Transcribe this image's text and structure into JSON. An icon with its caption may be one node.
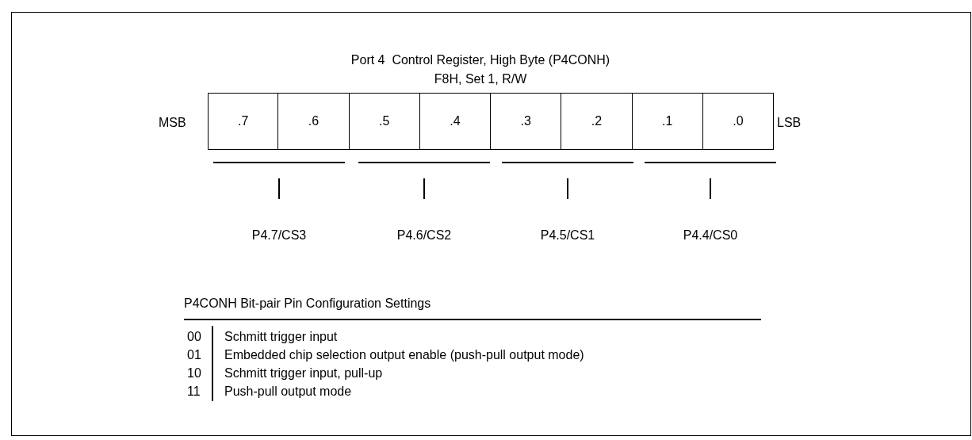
{
  "diagram": {
    "title": "Port 4  Control Register, High Byte (P4CONH)",
    "nodes": [
      {
        "text": [
          ".7"
        ]
      },
      {
        "text": [
          ".6"
        ]
      },
      {
        "text": [
          ".5"
        ]
      },
      {
        "text": [
          ".4"
        ]
      },
      {
        "text": [
          ".3"
        ]
      },
      {
        "text": [
          ".2"
        ]
      },
      {
        "text": [
          ".1"
        ]
      },
      {
        "text": [
          ".0"
        ]
      }
    ],
    "labels": [
      "F8H, Set 1, R/W",
      "MSB",
      "LSB",
      "P4.7/CS3",
      "P4.6/CS2",
      "P4.5/CS1",
      "P4.4/CS0",
      "P4CONH Bit-pair Pin Configuration Settings",
      "00",
      "Schmitt trigger input",
      "01",
      "Embedded chip selection output enable (push-pull output mode)",
      "10",
      "Schmitt trigger input, pull-up",
      "11",
      "Push-pull output mode"
    ]
  }
}
